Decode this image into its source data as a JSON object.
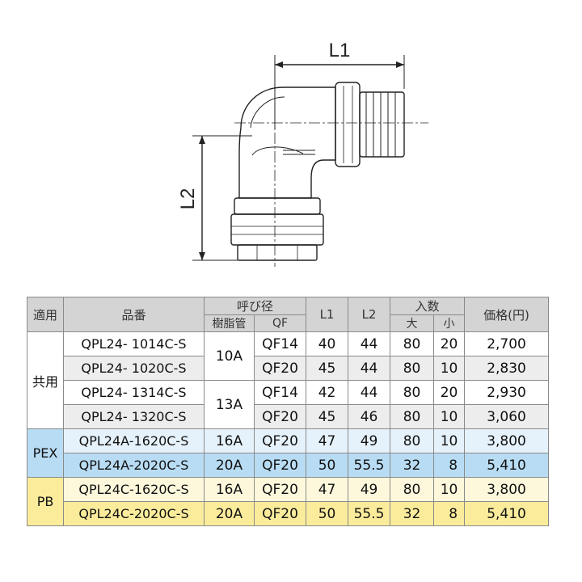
{
  "drawing": {
    "dim_l1": "L1",
    "dim_l2": "L2"
  },
  "table": {
    "headers": {
      "application": "適用",
      "part_number": "品番",
      "nominal_size": "呼び径",
      "resin_pipe": "樹脂管",
      "qf": "QF",
      "l1": "L1",
      "l2": "L2",
      "quantity": "入数",
      "large": "大",
      "small": "小",
      "price": "価格(円)"
    },
    "groups": {
      "common": "共用",
      "pex": "PEX",
      "pb": "PB"
    },
    "rows": [
      {
        "part": "QPL24-  1014C-S",
        "pipe": "10A",
        "qf": "QF14",
        "l1": "40",
        "l2": "44",
        "large": "80",
        "small": "20",
        "price": "2,700"
      },
      {
        "part": "QPL24-  1020C-S",
        "pipe": "10A",
        "qf": "QF20",
        "l1": "45",
        "l2": "44",
        "large": "80",
        "small": "10",
        "price": "2,830"
      },
      {
        "part": "QPL24-  1314C-S",
        "pipe": "13A",
        "qf": "QF14",
        "l1": "42",
        "l2": "44",
        "large": "80",
        "small": "20",
        "price": "2,930"
      },
      {
        "part": "QPL24-  1320C-S",
        "pipe": "13A",
        "qf": "QF20",
        "l1": "45",
        "l2": "46",
        "large": "80",
        "small": "10",
        "price": "3,060"
      },
      {
        "part": "QPL24A-1620C-S",
        "pipe": "16A",
        "qf": "QF20",
        "l1": "47",
        "l2": "49",
        "large": "80",
        "small": "10",
        "price": "3,800"
      },
      {
        "part": "QPL24A-2020C-S",
        "pipe": "20A",
        "qf": "QF20",
        "l1": "50",
        "l2": "55.5",
        "large": "32",
        "small": "8",
        "price": "5,410"
      },
      {
        "part": "QPL24C-1620C-S",
        "pipe": "16A",
        "qf": "QF20",
        "l1": "47",
        "l2": "49",
        "large": "80",
        "small": "10",
        "price": "3,800"
      },
      {
        "part": "QPL24C-2020C-S",
        "pipe": "20A",
        "qf": "QF20",
        "l1": "50",
        "l2": "55.5",
        "large": "32",
        "small": "8",
        "price": "5,410"
      }
    ]
  }
}
